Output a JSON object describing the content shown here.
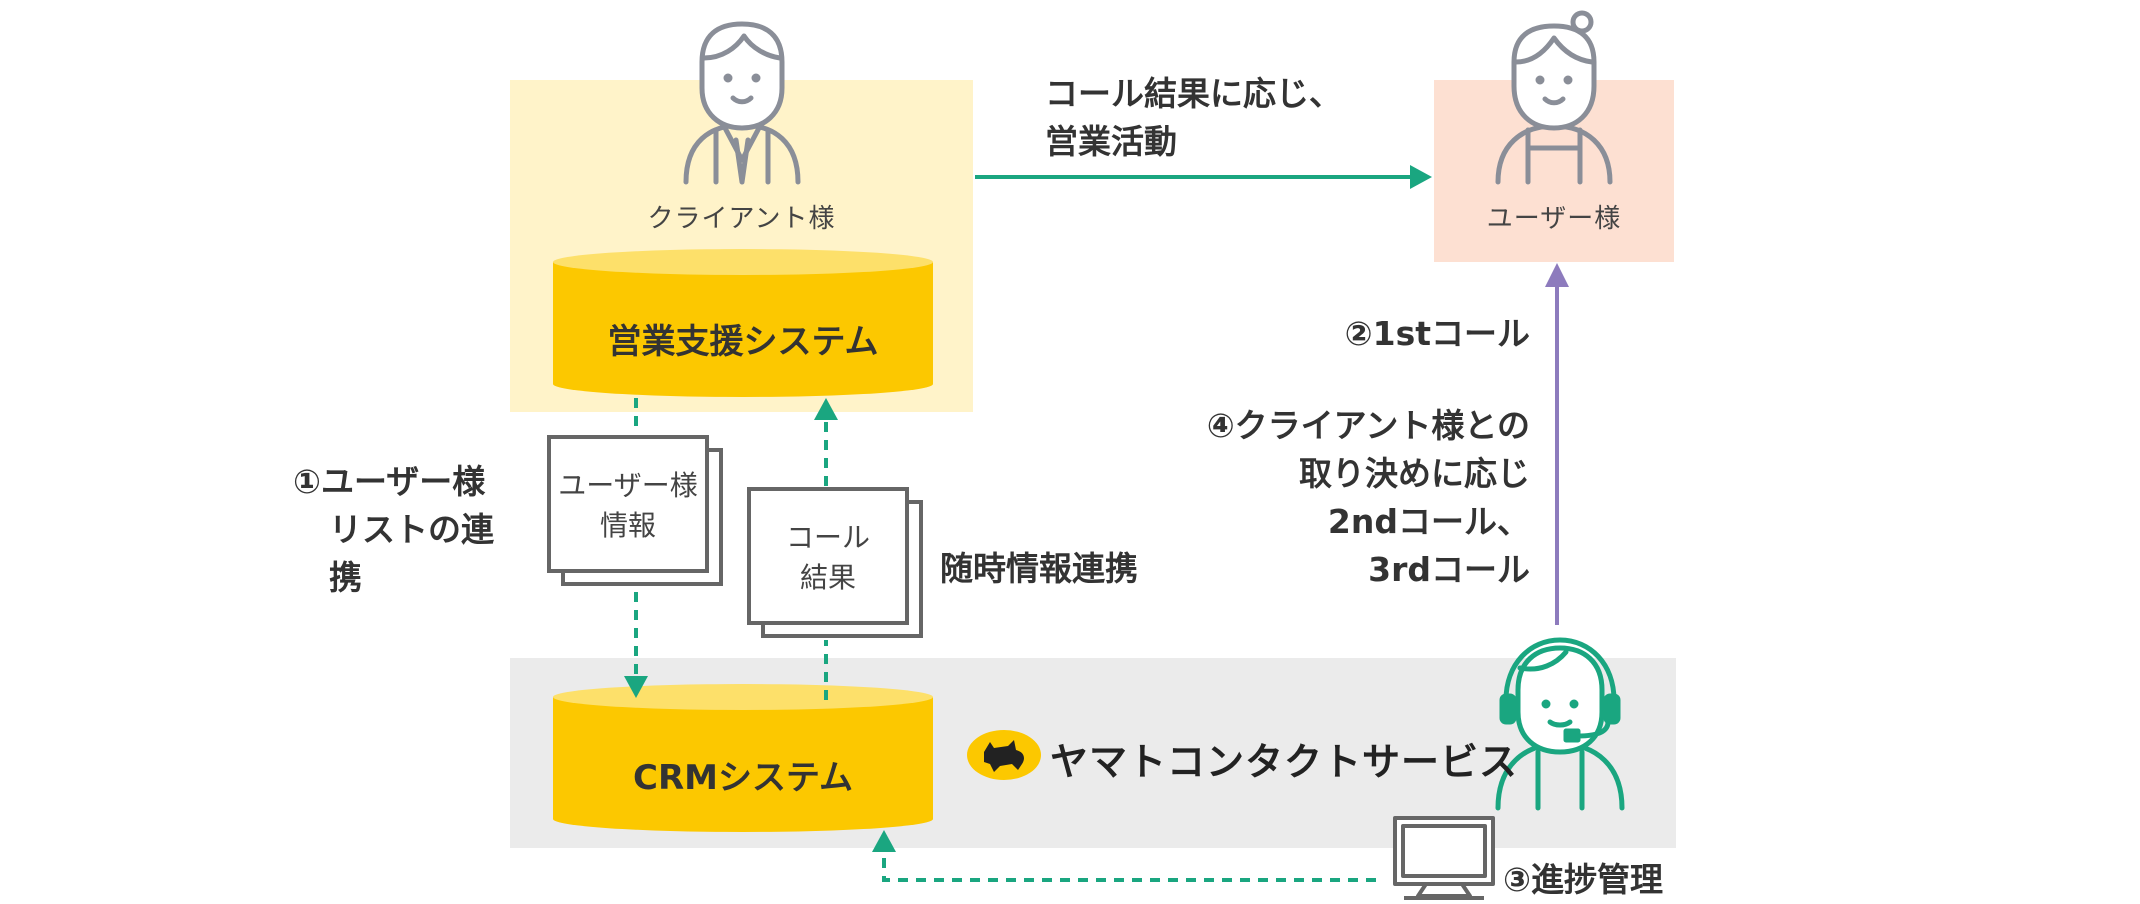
{
  "client": {
    "label": "クライアント様"
  },
  "user": {
    "label": "ユーザー様"
  },
  "sales_system": {
    "label": "営業支援システム"
  },
  "crm_system": {
    "label": "CRMシステム"
  },
  "docs": {
    "user_info": [
      "ユーザー様",
      "情報"
    ],
    "call_result": [
      "コール",
      "結果"
    ]
  },
  "steps": {
    "step1": [
      "①ユーザー様",
      "リストの連携"
    ],
    "realtime": "随時情報連携",
    "sales_activity": [
      "コール結果に応じ、",
      "営業活動"
    ],
    "step2": "②1stコール",
    "step4": [
      "④クライアント様との",
      "取り決めに応じ",
      "2ndコール、",
      "3rdコール"
    ],
    "step3": "③進捗管理"
  },
  "brand": {
    "name": "ヤマトコンタクトサービス"
  },
  "colors": {
    "teal": "#1aa680",
    "purple": "#8d7bbd",
    "yellow": "#fcc800",
    "yellow_light": "#fff3c9",
    "pink_light": "#fde0d2",
    "gray_band": "#ebebeb",
    "icon_gray": "#8a8e98"
  }
}
